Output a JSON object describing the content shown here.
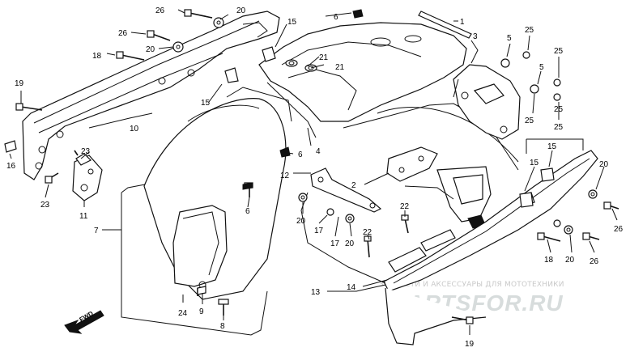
{
  "diagram": {
    "callouts": [
      {
        "id": "c1",
        "text": "1"
      },
      {
        "id": "c2",
        "text": "2"
      },
      {
        "id": "c3",
        "text": "3"
      },
      {
        "id": "c4",
        "text": "4"
      },
      {
        "id": "c5a",
        "text": "5"
      },
      {
        "id": "c5b",
        "text": "5"
      },
      {
        "id": "c6a",
        "text": "6"
      },
      {
        "id": "c6b",
        "text": "6"
      },
      {
        "id": "c6c",
        "text": "6"
      },
      {
        "id": "c7",
        "text": "7"
      },
      {
        "id": "c8",
        "text": "8"
      },
      {
        "id": "c9",
        "text": "9"
      },
      {
        "id": "c10",
        "text": "10"
      },
      {
        "id": "c11",
        "text": "11"
      },
      {
        "id": "c12",
        "text": "12"
      },
      {
        "id": "c13",
        "text": "13"
      },
      {
        "id": "c14",
        "text": "14"
      },
      {
        "id": "c15a",
        "text": "15"
      },
      {
        "id": "c15b",
        "text": "15"
      },
      {
        "id": "c15c",
        "text": "15"
      },
      {
        "id": "c15d",
        "text": "15"
      },
      {
        "id": "c16",
        "text": "16"
      },
      {
        "id": "c17a",
        "text": "17"
      },
      {
        "id": "c17b",
        "text": "17"
      },
      {
        "id": "c18a",
        "text": "18"
      },
      {
        "id": "c18b",
        "text": "18"
      },
      {
        "id": "c19a",
        "text": "19"
      },
      {
        "id": "c19b",
        "text": "19"
      },
      {
        "id": "c20a",
        "text": "20"
      },
      {
        "id": "c20b",
        "text": "20"
      },
      {
        "id": "c20c",
        "text": "20"
      },
      {
        "id": "c20d",
        "text": "20"
      },
      {
        "id": "c20e",
        "text": "20"
      },
      {
        "id": "c20f",
        "text": "20"
      },
      {
        "id": "c21a",
        "text": "21"
      },
      {
        "id": "c21b",
        "text": "21"
      },
      {
        "id": "c22a",
        "text": "22"
      },
      {
        "id": "c22b",
        "text": "22"
      },
      {
        "id": "c23a",
        "text": "23"
      },
      {
        "id": "c23b",
        "text": "23"
      },
      {
        "id": "c24",
        "text": "24"
      },
      {
        "id": "c25a",
        "text": "25"
      },
      {
        "id": "c25b",
        "text": "25"
      },
      {
        "id": "c25c",
        "text": "25"
      },
      {
        "id": "c25d",
        "text": "25"
      },
      {
        "id": "c25e",
        "text": "25"
      },
      {
        "id": "c26a",
        "text": "26"
      },
      {
        "id": "c26b",
        "text": "26"
      },
      {
        "id": "c26c",
        "text": "26"
      },
      {
        "id": "c26d",
        "text": "26"
      }
    ],
    "direction_marker": "FWD",
    "watermark_caption": "ЗАПЧАСТИ И АКСЕССУАРЫ ДЛЯ МОТОТЕХНИКИ",
    "watermark_logo": "PARTSFOR.RU",
    "colors": {
      "ink": "#111111",
      "background": "#ffffff",
      "watermark": "#d7dcdc"
    }
  }
}
